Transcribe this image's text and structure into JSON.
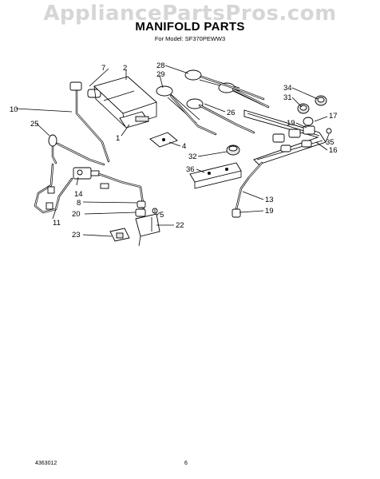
{
  "watermark": "AppliancePartsPros.com",
  "title": "MANIFOLD PARTS",
  "subtitle": "For Model: SF370PEWW3",
  "footer": {
    "doc_number": "4363012",
    "page": "6"
  },
  "callouts": {
    "c1": "1",
    "c2": "2",
    "c4": "4",
    "c5": "5",
    "c7": "7",
    "c8": "8",
    "c10": "10",
    "c11": "11",
    "c13": "13",
    "c14": "14",
    "c16": "16",
    "c17": "17",
    "c19a": "19",
    "c19b": "19",
    "c20": "20",
    "c22": "22",
    "c23": "23",
    "c25": "25",
    "c26": "26",
    "c28": "28",
    "c29": "29",
    "c31": "31",
    "c32": "32",
    "c34": "34",
    "c35": "35",
    "c36": "36"
  }
}
